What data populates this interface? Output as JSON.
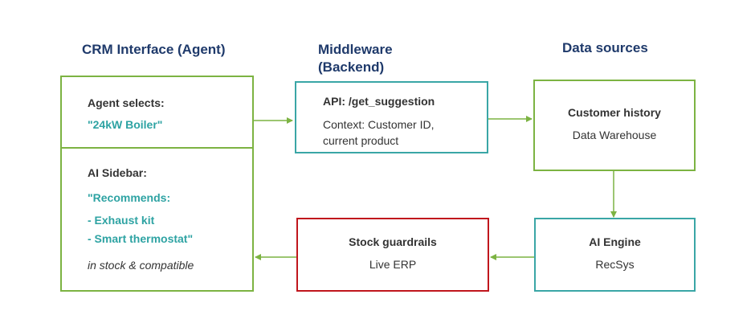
{
  "columns": {
    "crm_title": "CRM Interface (Agent)",
    "middleware_title_line1": "Middleware",
    "middleware_title_line2": "(Backend)",
    "data_title": "Data sources"
  },
  "crm": {
    "agent_label": "Agent selects:",
    "agent_value": "\"24kW Boiler\"",
    "sidebar_label": "AI Sidebar:",
    "rec_line1": "\"Recommends:",
    "rec_line2": "- Exhaust kit",
    "rec_line3": "- Smart thermostat\"",
    "note": "in stock & compatible"
  },
  "api": {
    "title": "API: /get_suggestion",
    "context_line1": "Context: Customer ID,",
    "context_line2": "current product"
  },
  "history": {
    "title": "Customer history",
    "subtitle": "Data Warehouse"
  },
  "engine": {
    "title": "AI Engine",
    "subtitle": "RecSys"
  },
  "guardrails": {
    "title": "Stock guardrails",
    "subtitle": "Live ERP"
  },
  "colors": {
    "green": "#7cb342",
    "teal": "#3aa6a6",
    "red": "#c0161d",
    "heading": "#1f3a6b"
  }
}
